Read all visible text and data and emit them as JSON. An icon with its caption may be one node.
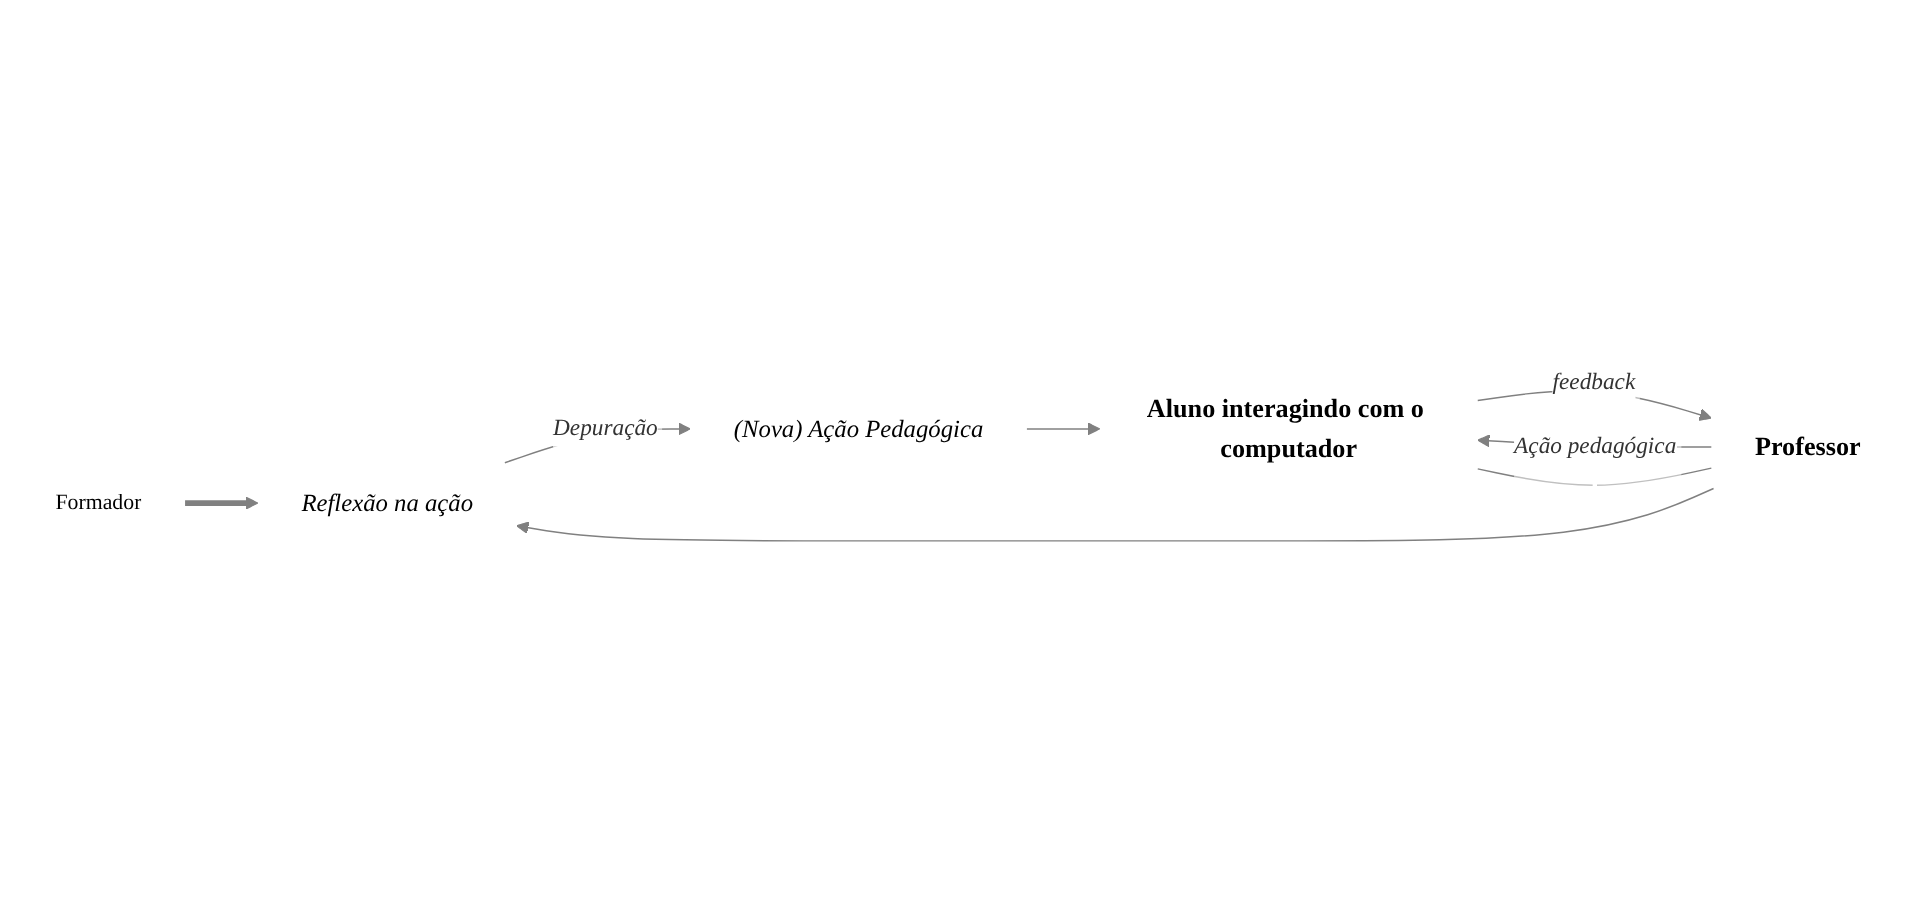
{
  "diagram": {
    "nodes": [
      {
        "text": [
          "Formador"
        ]
      },
      {
        "text": [
          "Reflexão na ação"
        ]
      },
      {
        "text": [
          "(Nova) Ação Pedagógica"
        ]
      },
      {
        "text": [
          "Professor"
        ]
      },
      {
        "text": [
          "Aluno interagindo com o computador"
        ]
      }
    ],
    "edges": [
      {
        "from": 0,
        "to": 1,
        "arrow": "to",
        "style": "thick"
      },
      {
        "from": 1,
        "to": 2,
        "arrow": "to",
        "label": "Depuração"
      },
      {
        "from": 2,
        "to": 4,
        "arrow": "to"
      },
      {
        "from": 3,
        "to": 1,
        "arrow": "to"
      },
      {
        "from": 3,
        "to": 4,
        "arrow": "to",
        "label": "Ação pedagógica"
      },
      {
        "from": 4,
        "to": 3,
        "arrow": "to",
        "label": "feedback"
      },
      {
        "from": 3,
        "to": 4,
        "arrow": "none"
      }
    ]
  }
}
